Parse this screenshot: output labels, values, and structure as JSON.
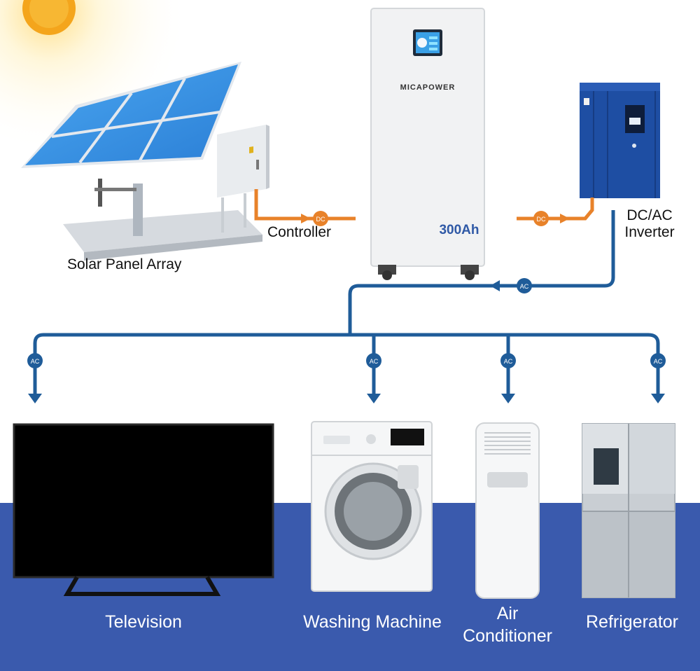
{
  "colors": {
    "dc_line": "#e8822a",
    "ac_line": "#1f5c99",
    "band": "#3a5aad",
    "battery_accent": "#2f59a6"
  },
  "sources": {
    "solar_label": "Solar Panel Array",
    "controller_label": "Controller",
    "battery_brand": "MICAPOWER",
    "battery_capacity": "300Ah",
    "inverter_label_line1": "DC/AC",
    "inverter_label_line2": "Inverter"
  },
  "connectors": {
    "dc": "DC",
    "ac": "AC"
  },
  "appliances": [
    {
      "label": "Television"
    },
    {
      "label": "Washing Machine"
    },
    {
      "label_line1": "Air",
      "label_line2": "Conditioner"
    },
    {
      "label": "Refrigerator"
    }
  ]
}
